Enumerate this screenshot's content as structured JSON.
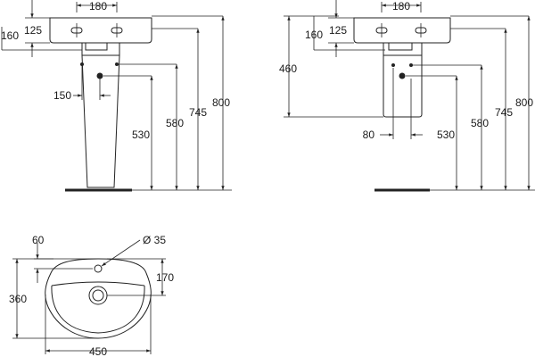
{
  "pedestal_view": {
    "dims": [
      "180",
      "125",
      "160",
      "150",
      "530",
      "580",
      "745",
      "800"
    ]
  },
  "semi_pedestal_view": {
    "dims": [
      "180",
      "125",
      "160",
      "460",
      "80",
      "530",
      "580",
      "745",
      "800"
    ]
  },
  "plan_view": {
    "dims": [
      "60",
      "Ø 35",
      "170",
      "360",
      "450"
    ]
  },
  "colors": {
    "line": "#222222",
    "background": "#ffffff"
  }
}
